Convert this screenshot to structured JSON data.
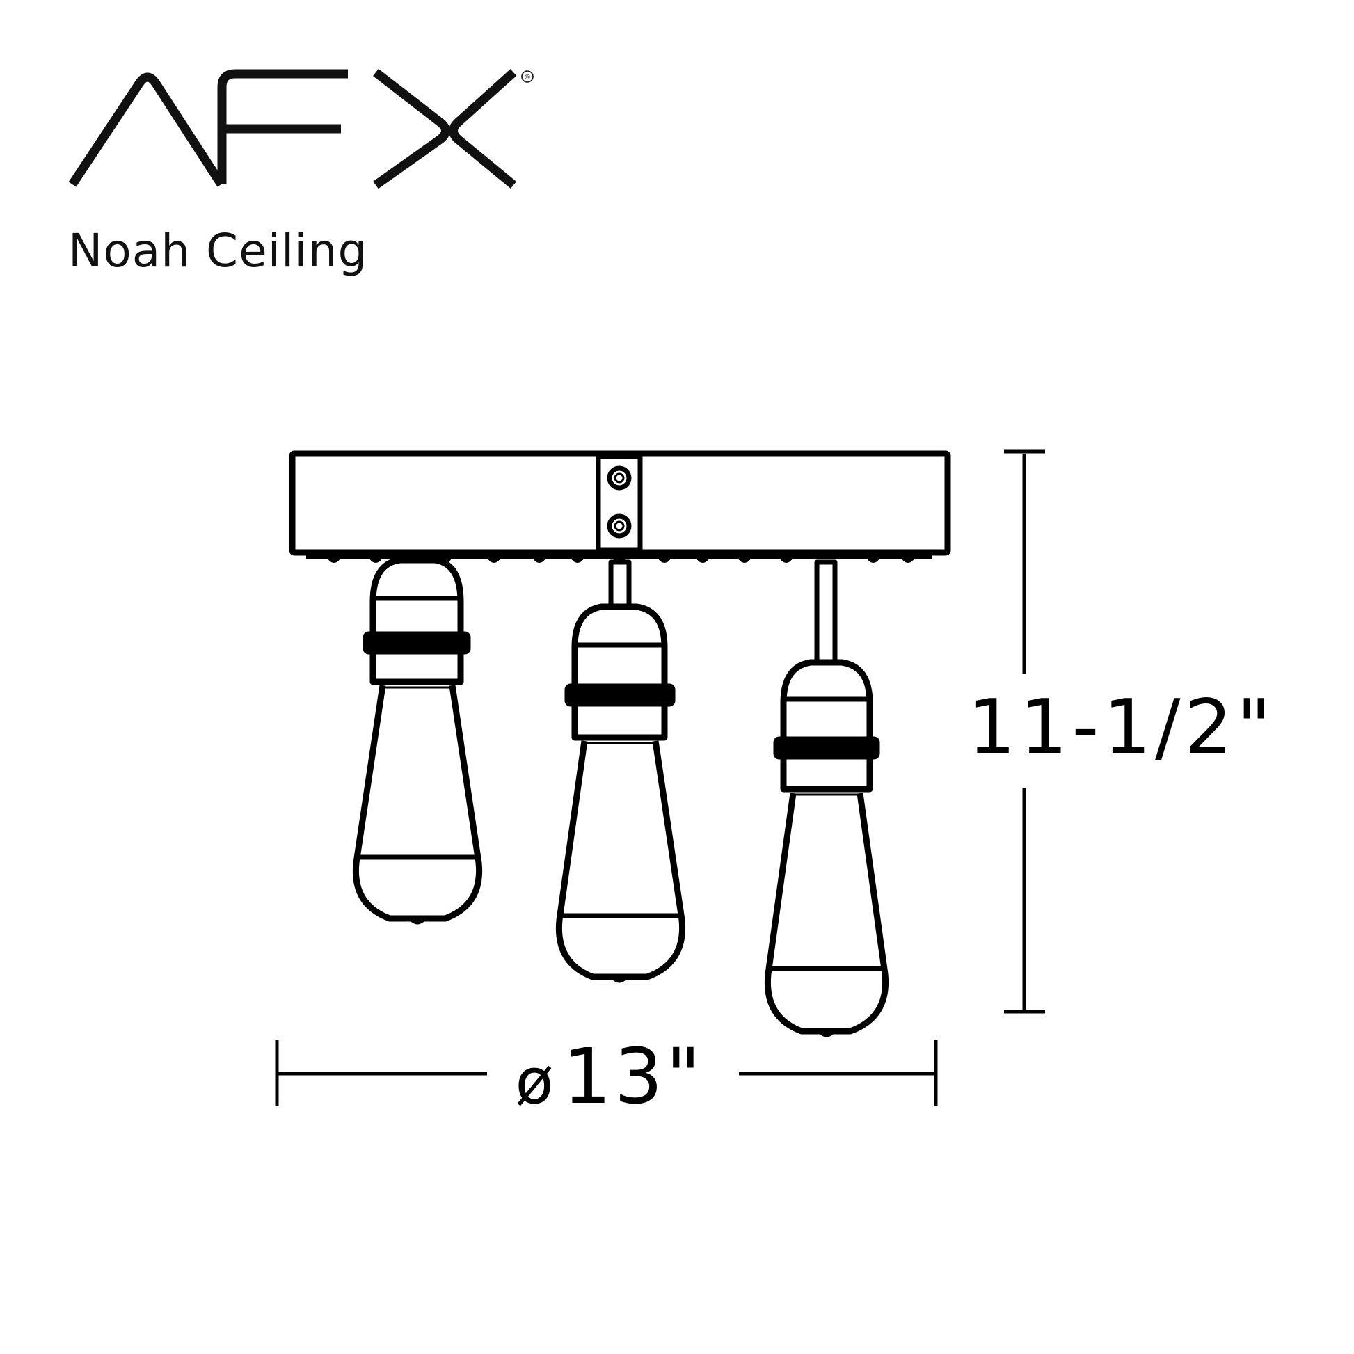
{
  "brand": {
    "logo_text": "AFX",
    "registered_mark": "®"
  },
  "product": {
    "name": "Noah Ceiling"
  },
  "drawing": {
    "type": "flush mount ceiling fixture line drawing",
    "bulb_count": 3,
    "stroke_color": "#000000",
    "background_color": "#ffffff"
  },
  "dimensions": {
    "height_label": "11-1/2\"",
    "diameter_symbol": "ø",
    "diameter_label": "13\""
  }
}
